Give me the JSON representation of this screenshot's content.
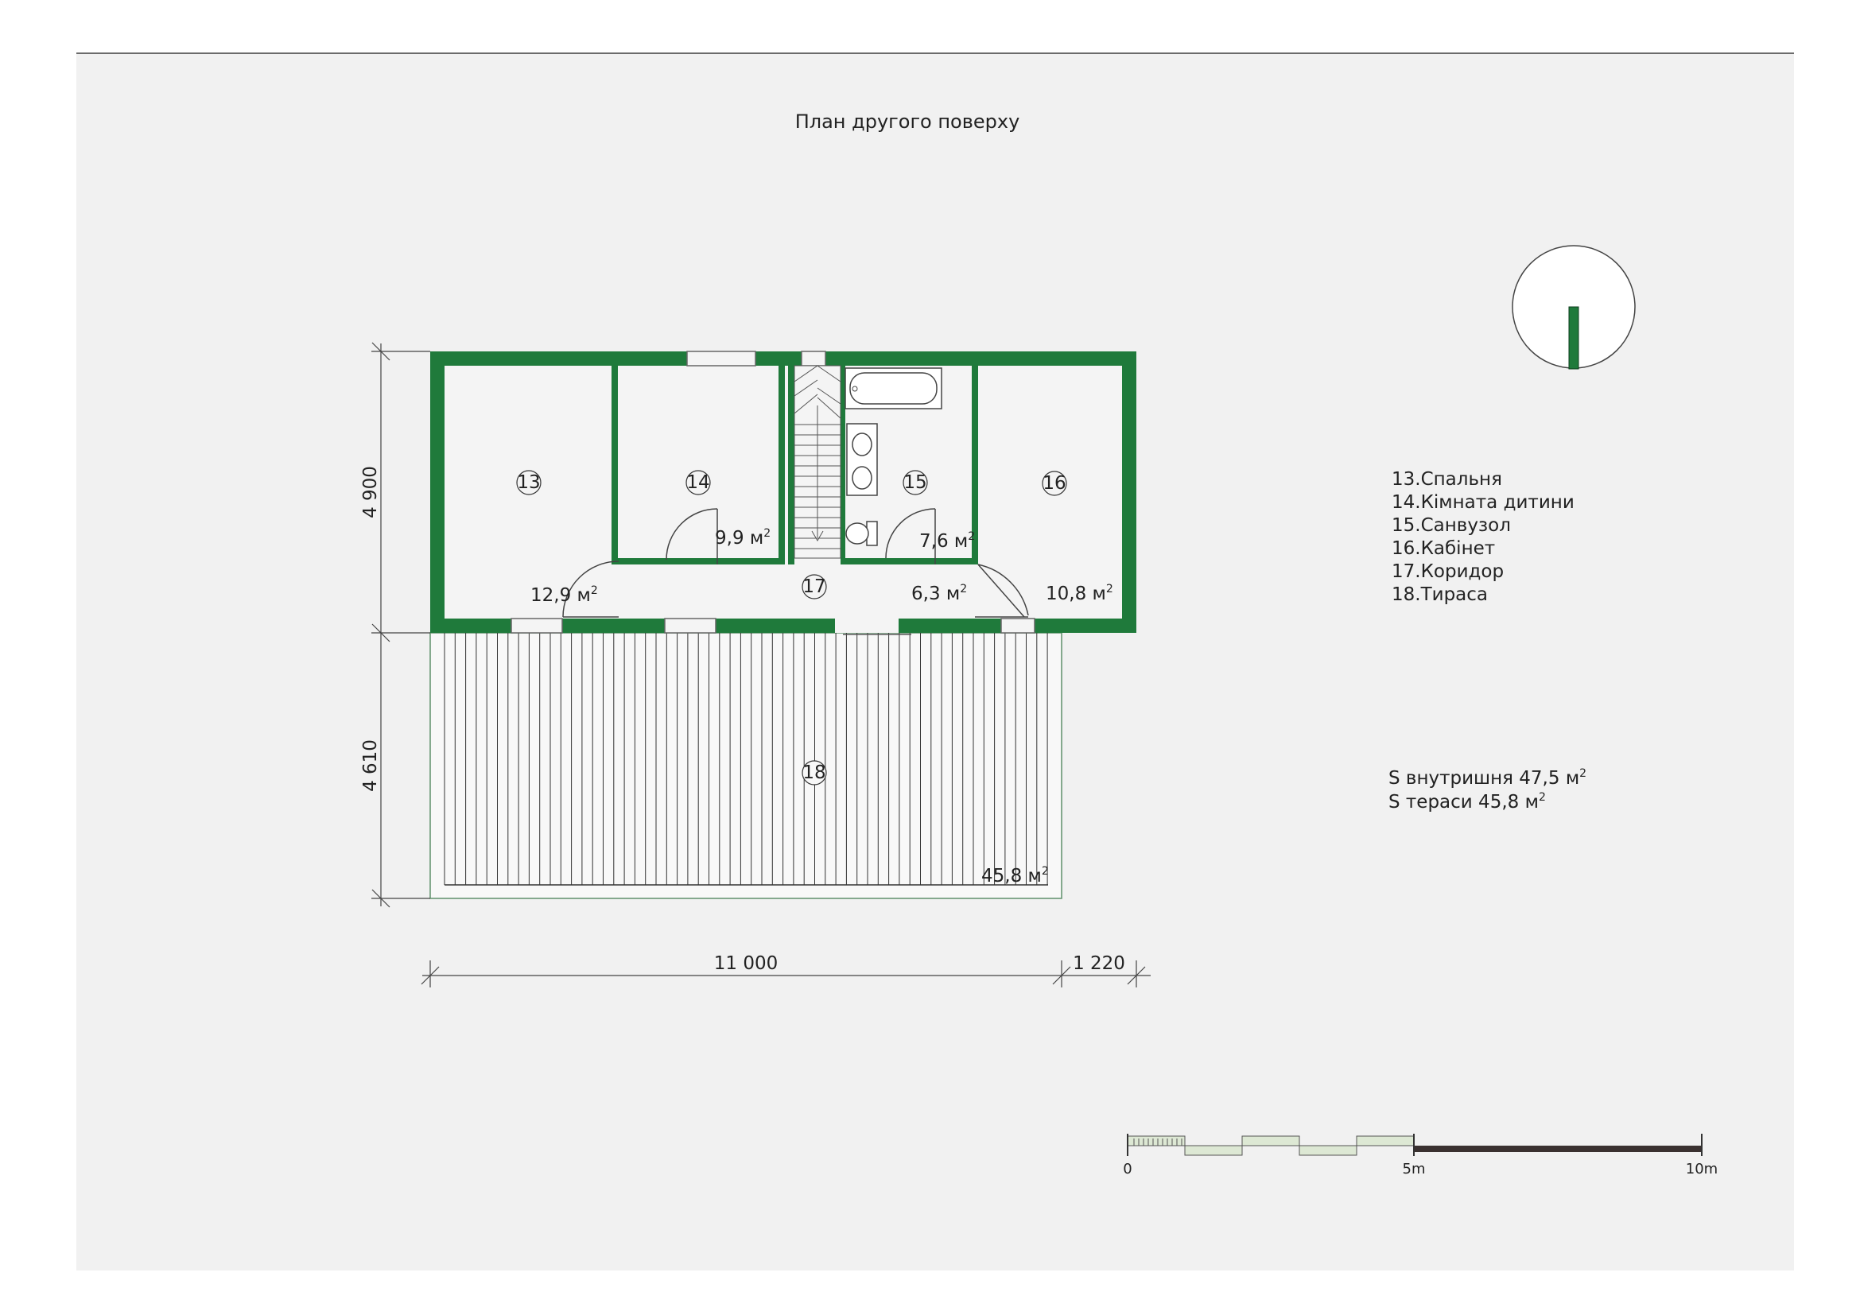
{
  "title": "План другого поверху",
  "rooms": [
    {
      "num": "13",
      "area": "12,9 м",
      "sup": "2"
    },
    {
      "num": "14",
      "area": "9,9 м",
      "sup": "2"
    },
    {
      "num": "15",
      "area": "7,6 м",
      "sup": "2"
    },
    {
      "num": "16",
      "area": "10,8 м",
      "sup": "2"
    },
    {
      "num": "17",
      "area": "6,3 м",
      "sup": "2"
    },
    {
      "num": "18",
      "area": "45,8 м",
      "sup": "2"
    }
  ],
  "legend": [
    "13.Спальня",
    "14.Кімната дитини",
    "15.Санвузол",
    "16.Кабінет",
    "17.Коридор",
    "18.Тираса"
  ],
  "totals": {
    "interior": "S внутришня 47,5 м",
    "terrace": "S тераси 45,8 м",
    "sup": "2"
  },
  "dimensions": {
    "v_top": "4 900",
    "v_bottom": "4 610",
    "h_main": "11 000",
    "h_ext": "1 220"
  },
  "scale": {
    "zero": "0",
    "mid": "5m",
    "end": "10m"
  },
  "colors": {
    "wall": "#1f7a3b",
    "ink": "#222222",
    "scale_band": "#dde8d4"
  }
}
